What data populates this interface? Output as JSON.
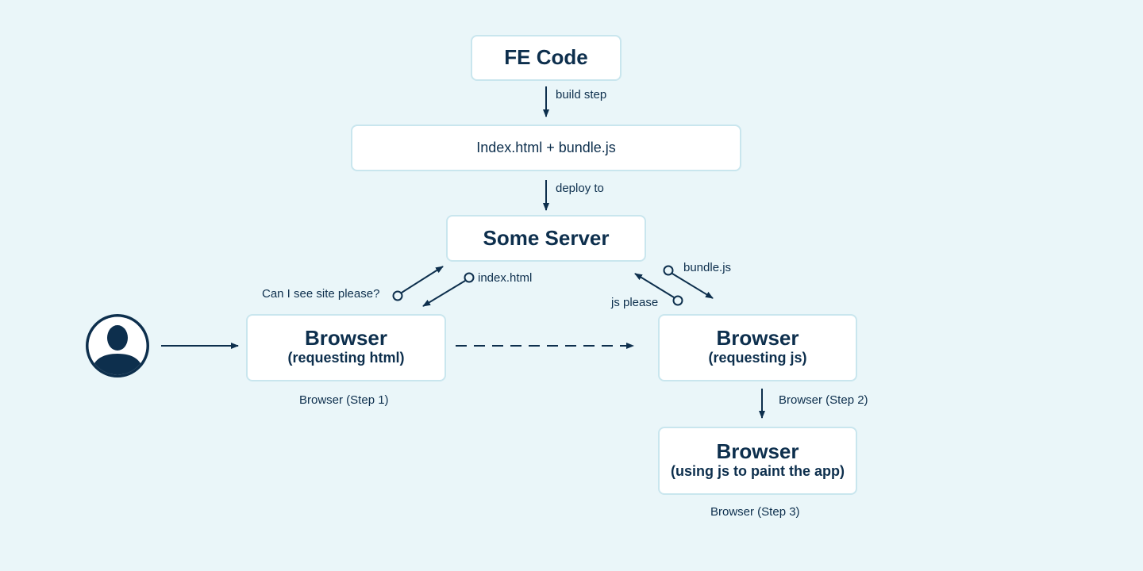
{
  "nodes": {
    "fe_code": "FE Code",
    "bundle": "Index.html + bundle.js",
    "server": "Some Server",
    "browser1": {
      "title": "Browser",
      "subtitle": "(requesting html)"
    },
    "browser2": {
      "title": "Browser",
      "subtitle": "(requesting js)"
    },
    "browser3": {
      "title": "Browser",
      "subtitle": "(using js to paint the app)"
    }
  },
  "edge_labels": {
    "build_step": "build step",
    "deploy_to": "deploy to",
    "request_site": "Can I see site please?",
    "index_html": "index.html",
    "js_please": "js please",
    "bundle_js": "bundle.js"
  },
  "captions": {
    "step1": "Browser (Step 1)",
    "step2": "Browser (Step 2)",
    "step3": "Browser (Step 3)"
  },
  "icons": {
    "user": "user-avatar-icon"
  },
  "colors": {
    "background": "#eaf6f9",
    "node_fill": "#ffffff",
    "node_border": "#c9e6ee",
    "ink": "#0d2f4d"
  }
}
